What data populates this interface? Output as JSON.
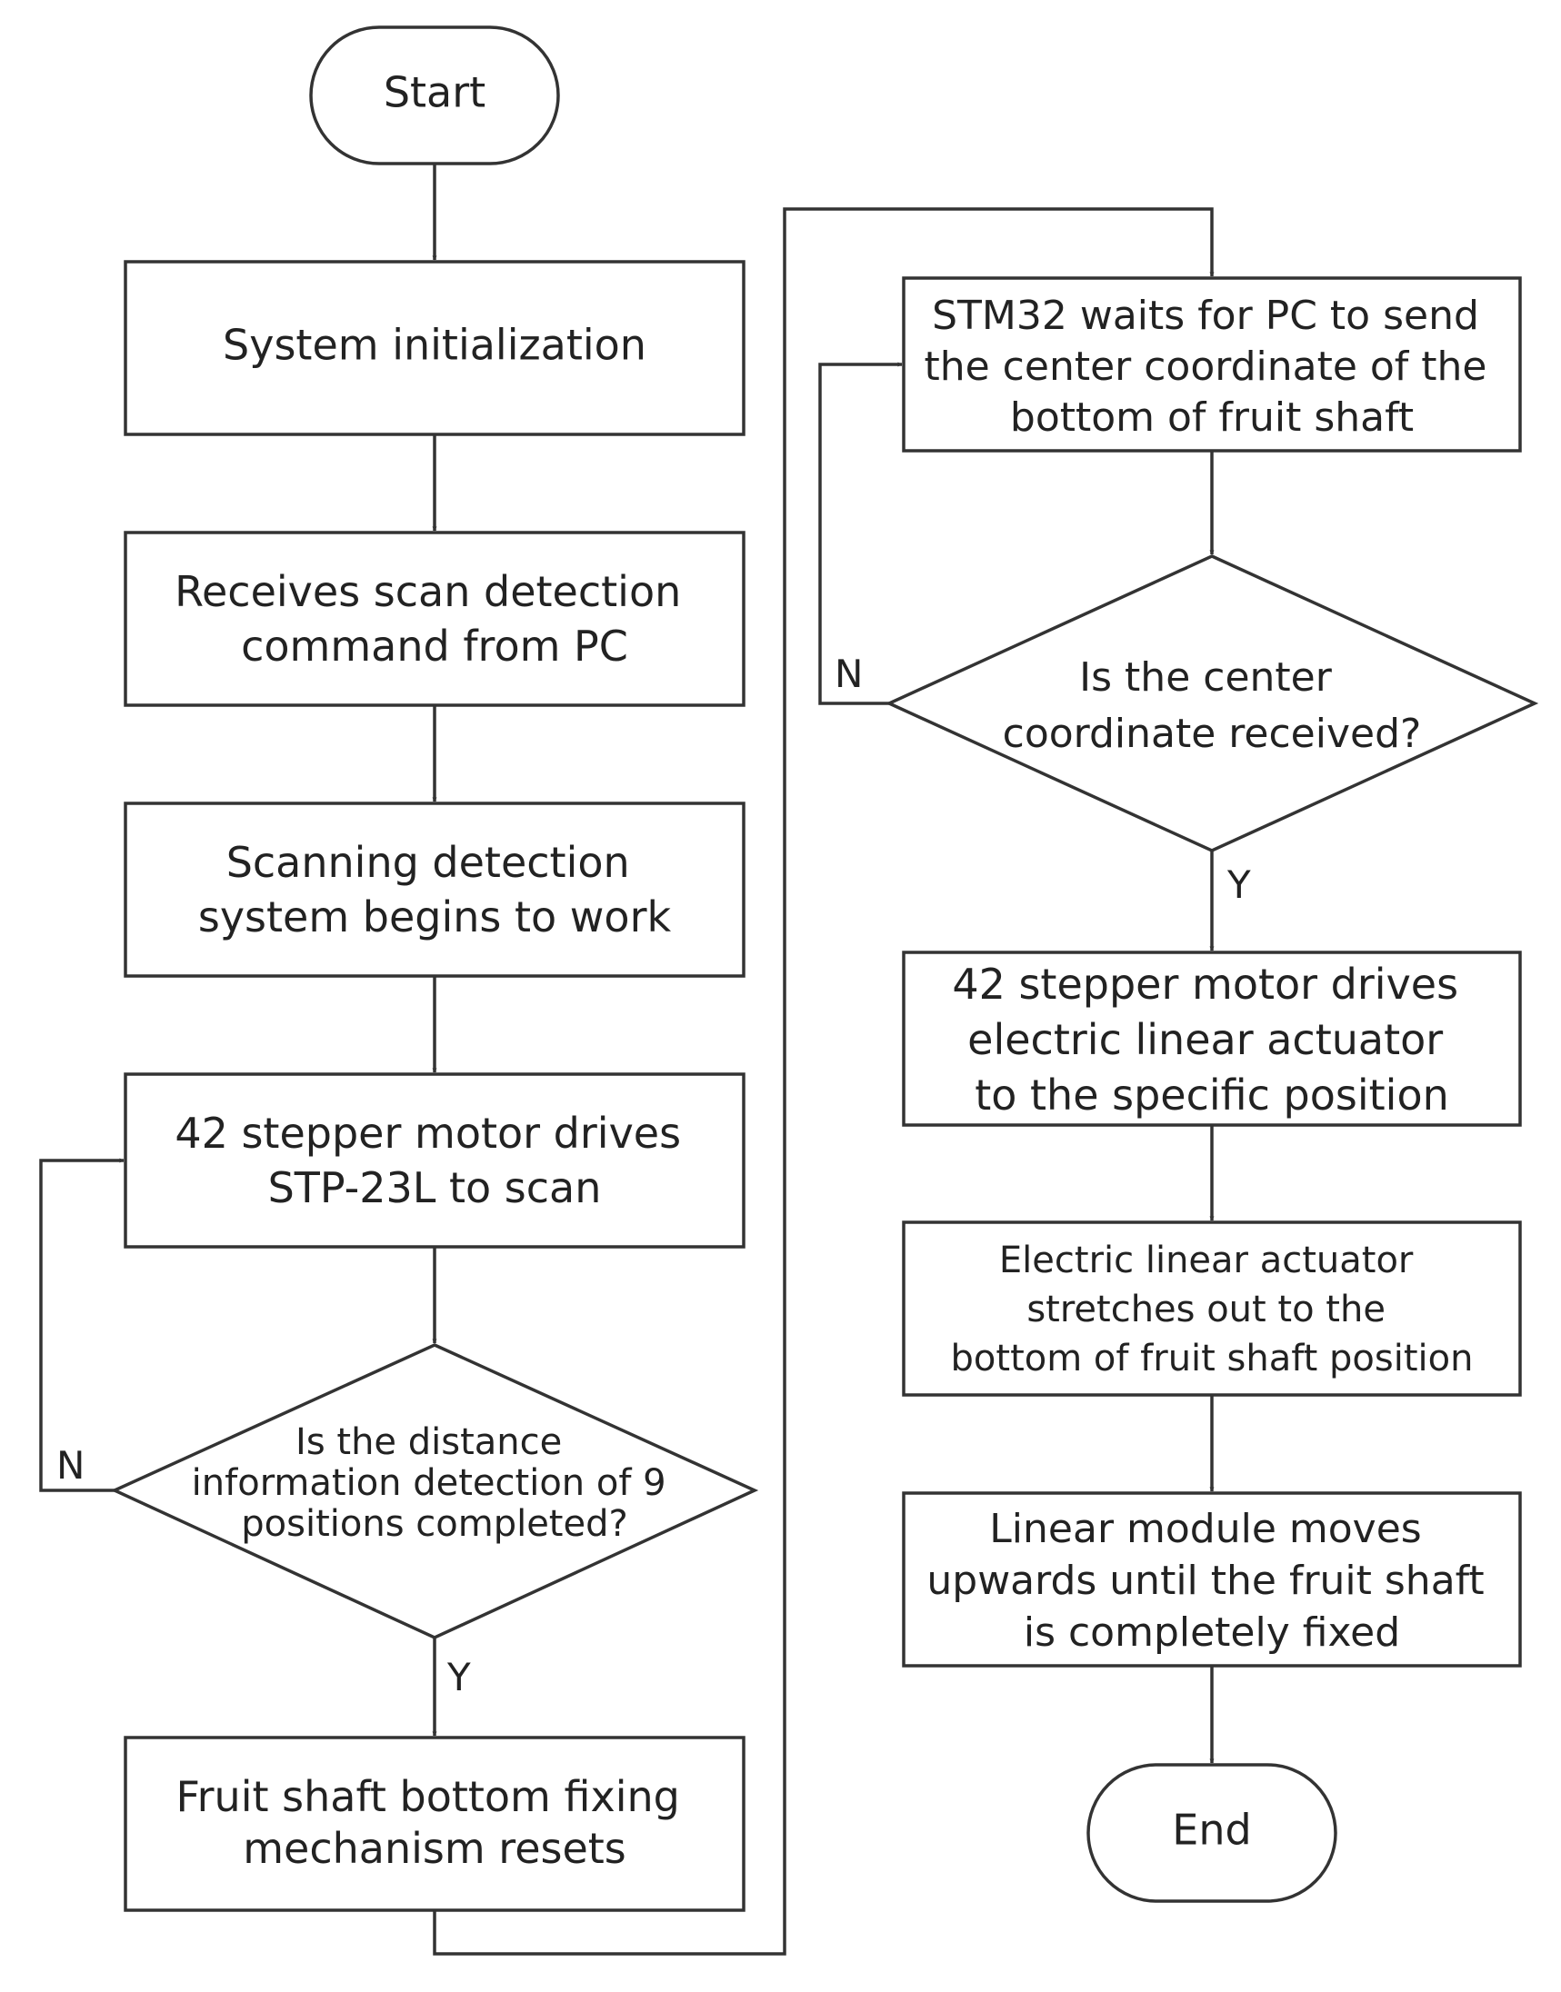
{
  "colors": {
    "stroke": "#333333",
    "text": "#222222",
    "background": "#ffffff"
  },
  "nodes": {
    "start": "Start",
    "sys_init": "System initialization",
    "receive_cmd": [
      "Receives scan detection",
      "command from PC"
    ],
    "scan_begin": [
      "Scanning detection",
      "system begins to work"
    ],
    "motor_scan": [
      "42 stepper motor drives",
      "STP-23L to scan"
    ],
    "decision_distance": [
      "Is the distance",
      "information detection of 9",
      "positions completed?"
    ],
    "mech_reset": [
      "Fruit shaft bottom fixing",
      "mechanism resets"
    ],
    "stm32_wait": [
      "STM32 waits for PC to send",
      "the center coordinate of the",
      "bottom of fruit shaft"
    ],
    "decision_center": [
      "Is the center",
      "coordinate received?"
    ],
    "motor_actuator": [
      "42 stepper motor drives",
      "electric linear actuator",
      "to the specific position"
    ],
    "actuator_stretch": [
      "Electric linear actuator",
      "stretches out to the",
      "bottom of fruit shaft position"
    ],
    "module_up": [
      "Linear module moves",
      "upwards until the fruit shaft",
      "is completely fixed"
    ],
    "end": "End"
  },
  "branch_labels": {
    "loop1_no": "N",
    "loop1_yes": "Y",
    "loop2_no": "N",
    "loop2_yes": "Y"
  }
}
